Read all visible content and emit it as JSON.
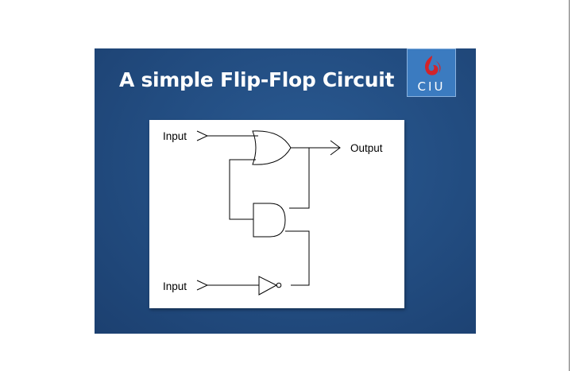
{
  "slide": {
    "title": "A simple Flip-Flop Circuit",
    "logo_text": "CIU",
    "background_color": "#224c80",
    "logo_color": "#3b7bc0",
    "logo_mark_color": "#d2232a"
  },
  "diagram": {
    "input_top_label": "Input",
    "input_bottom_label": "Input",
    "output_label": "Output",
    "gates": [
      "or-gate",
      "and-gate",
      "not-gate"
    ]
  }
}
